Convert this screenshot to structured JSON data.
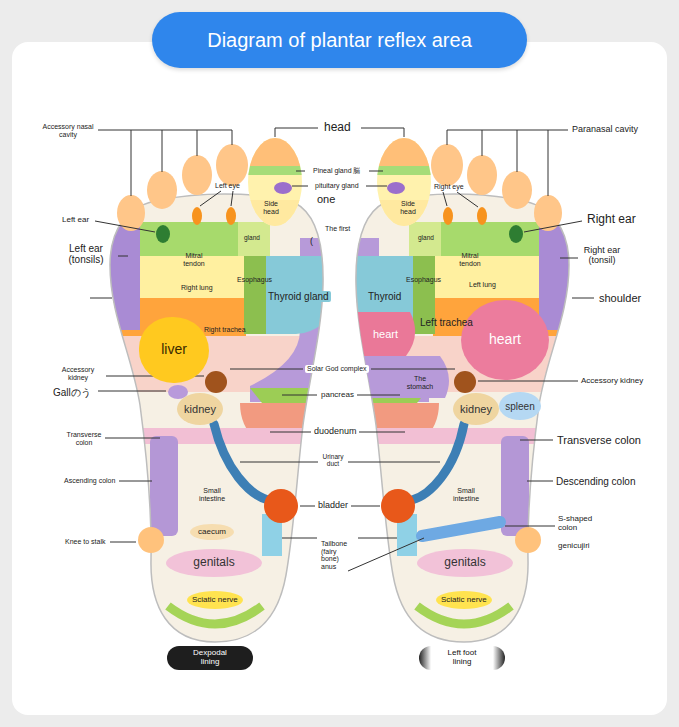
{
  "diagram": {
    "title": "Diagram of plantar reflex area",
    "nodes": [
      {
        "text": [
          "heart"
        ]
      },
      {
        "text": [
          "liver"
        ]
      },
      {
        "text": [
          "kidney"
        ]
      },
      {
        "text": [
          "spleen"
        ]
      },
      {
        "text": [
          "kidney"
        ]
      },
      {
        "text": [
          "genitals"
        ]
      },
      {
        "text": [
          "genitals"
        ]
      },
      {
        "text": [
          "Dexpodal lining"
        ]
      },
      {
        "text": [
          "Left foot lining"
        ]
      }
    ],
    "labels": [
      "Accessory nasal cavity",
      "head",
      "Paranasal cavity",
      "Pineal gland 脳",
      "pituitary gland",
      "Left eye",
      "Right eye",
      "one",
      "Side head",
      "Side head",
      "Left ear",
      "Right ear",
      "The first",
      "(",
      "gland",
      "gland",
      "Left ear (tonsils)",
      "Right ear (tonsil)",
      "Mitral tendon",
      "Mitral tendon",
      "Esophagus",
      "Esophagus",
      "Right lung",
      "Left lung",
      "Thyroid gland",
      "Thyroid",
      "shoulder",
      "Right trachea",
      "Left trachea",
      "heart",
      "Accessory kidney",
      "Solar God complex",
      "The stomach",
      "Accessory kidney",
      "Gallのう",
      "pancreas",
      "Transverse colon",
      "Transverse colon",
      "duodenum",
      "Urinary duct",
      "Ascending colon",
      "Descending colon",
      "Small intestine",
      "Small intestine",
      "bladder",
      "S-shaped colon",
      "genicujiri",
      "Knee to stalk",
      "caecum",
      "Tailbone (fairy bone) anus",
      "Sciatic nerve",
      "Sciatic nerve"
    ]
  }
}
